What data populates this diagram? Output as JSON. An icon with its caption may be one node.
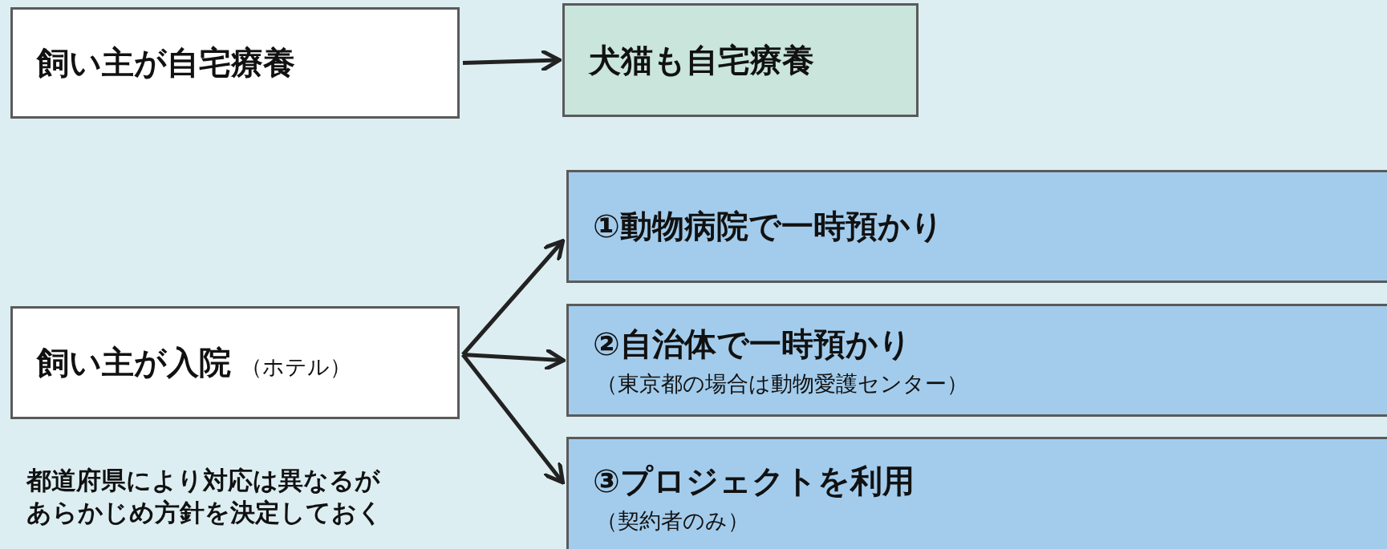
{
  "diagram": {
    "nodes": [
      {
        "text": [
          "飼い主が自宅療養"
        ]
      },
      {
        "text": [
          "犬猫も自宅療養"
        ]
      },
      {
        "text": [
          "飼い主が入院",
          "（ホテル）"
        ]
      },
      {
        "text": [
          "①動物病院で一時預かり"
        ]
      },
      {
        "text": [
          "②自治体で一時預かり",
          "（東京都の場合は動物愛護センター）"
        ]
      },
      {
        "text": [
          "③プロジェクトを利用",
          "（契約者のみ）"
        ]
      }
    ],
    "edges": [
      {
        "from": 0,
        "to": 1,
        "arrow": "to"
      },
      {
        "from": 2,
        "to": 3,
        "arrow": "to"
      },
      {
        "from": 2,
        "to": 4,
        "arrow": "to"
      },
      {
        "from": 2,
        "to": 5,
        "arrow": "to"
      }
    ],
    "labels": [
      "都道府県により対応は異なるがあらかじめ方針を決定しておく"
    ]
  }
}
